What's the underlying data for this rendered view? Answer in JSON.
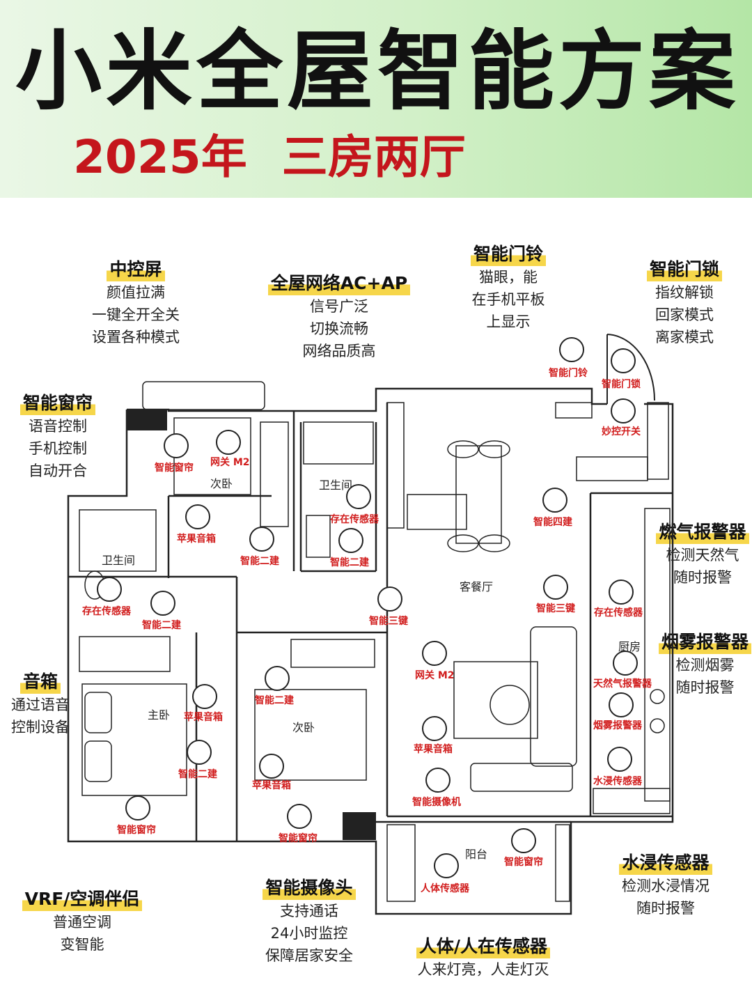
{
  "header": {
    "title": "小米全屋智能方案",
    "year": "2025年",
    "layout": "三房两厅"
  },
  "callouts": [
    {
      "id": "central-screen",
      "title": "中控屏",
      "lines": [
        "颜值拉满",
        "一键全开全关",
        "设置各种模式"
      ]
    },
    {
      "id": "network",
      "title": "全屋网络AC+AP",
      "lines": [
        "信号广泛",
        "切换流畅",
        "网络品质高"
      ]
    },
    {
      "id": "doorbell",
      "title": "智能门铃",
      "lines": [
        "猫眼，能",
        "在手机平板",
        "上显示"
      ]
    },
    {
      "id": "doorlock",
      "title": "智能门锁",
      "lines": [
        "指纹解锁",
        "回家模式",
        "离家模式"
      ]
    },
    {
      "id": "curtain",
      "title": "智能窗帘",
      "lines": [
        "语音控制",
        "手机控制",
        "自动开合"
      ]
    },
    {
      "id": "gas",
      "title": "燃气报警器",
      "lines": [
        "检测天然气",
        "随时报警"
      ]
    },
    {
      "id": "smoke",
      "title": "烟雾报警器",
      "lines": [
        "检测烟雾",
        "随时报警"
      ]
    },
    {
      "id": "speaker",
      "title": "音箱",
      "lines": [
        "通过语音",
        "控制设备"
      ]
    },
    {
      "id": "water",
      "title": "水浸传感器",
      "lines": [
        "检测水浸情况",
        "随时报警"
      ]
    },
    {
      "id": "vrf",
      "title": "VRF/空调伴侣",
      "lines": [
        "普通空调",
        "变智能"
      ]
    },
    {
      "id": "camera",
      "title": "智能摄像头",
      "lines": [
        "支持通话",
        "24小时监控",
        "保障居家安全"
      ]
    },
    {
      "id": "human",
      "title": "人体/人在传感器",
      "lines": [
        "人来灯亮，人走灯灭"
      ]
    }
  ],
  "rooms": [
    "次卧",
    "卫生间",
    "卫生间",
    "客餐厅",
    "主卧",
    "次卧",
    "厨房",
    "阳台"
  ],
  "devices": [
    "智能门铃",
    "智能门锁",
    "妙控开关",
    "智能窗帘",
    "网关 M2",
    "存在传感器",
    "智能四建",
    "苹果音箱",
    "智能二建",
    "智能二建",
    "存在传感器",
    "智能二建",
    "智能三键",
    "智能三键",
    "存在传感器",
    "网关 M2",
    "天然气报警器",
    "苹果音箱",
    "智能二建",
    "烟雾报警器",
    "苹果音箱",
    "智能二建",
    "苹果音箱",
    "智能摄像机",
    "水浸传感器",
    "智能窗帘",
    "智能窗帘",
    "智能窗帘",
    "人体传感器"
  ],
  "colors": {
    "accent": "#c4161c",
    "device_label": "#d11d1d",
    "highlight": "#f6d64a",
    "header_green": "#b4e6a6"
  }
}
